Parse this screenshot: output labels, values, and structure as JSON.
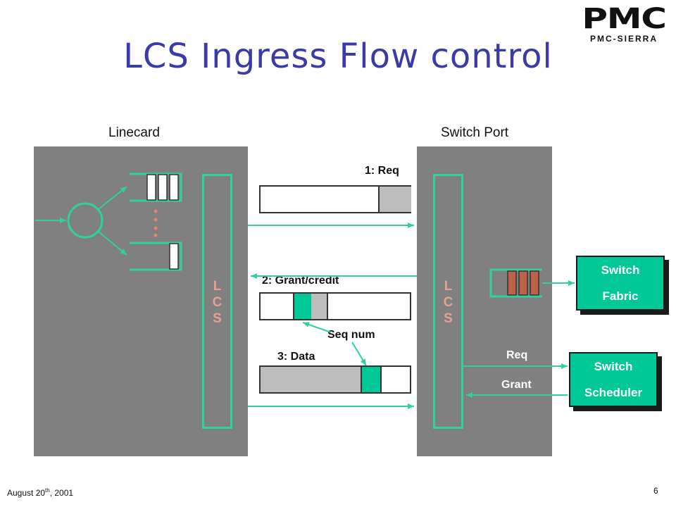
{
  "title": "LCS Ingress Flow control",
  "logo": {
    "main": "PMC",
    "sub": "PMC-SIERRA"
  },
  "labels": {
    "linecard": "Linecard",
    "switch_port": "Switch Port",
    "req_msg": "1: Req",
    "grant_msg": "2: Grant/credit",
    "seq_num": "Seq num",
    "data_msg": "3: Data",
    "req": "Req",
    "grant": "Grant"
  },
  "lcs_letters": [
    "L",
    "C",
    "S"
  ],
  "switch_fabric": {
    "line1": "Switch",
    "line2": "Fabric"
  },
  "switch_scheduler": {
    "line1": "Switch",
    "line2": "Scheduler"
  },
  "footer": {
    "date_prefix": "August 20",
    "date_sup": "th",
    "date_suffix": ", 2001",
    "page": "6"
  },
  "colors": {
    "accent_green": "#00c896",
    "panel_gray": "#808080",
    "title_blue": "#3a3aa8",
    "fabric_red": "#c0604a"
  }
}
